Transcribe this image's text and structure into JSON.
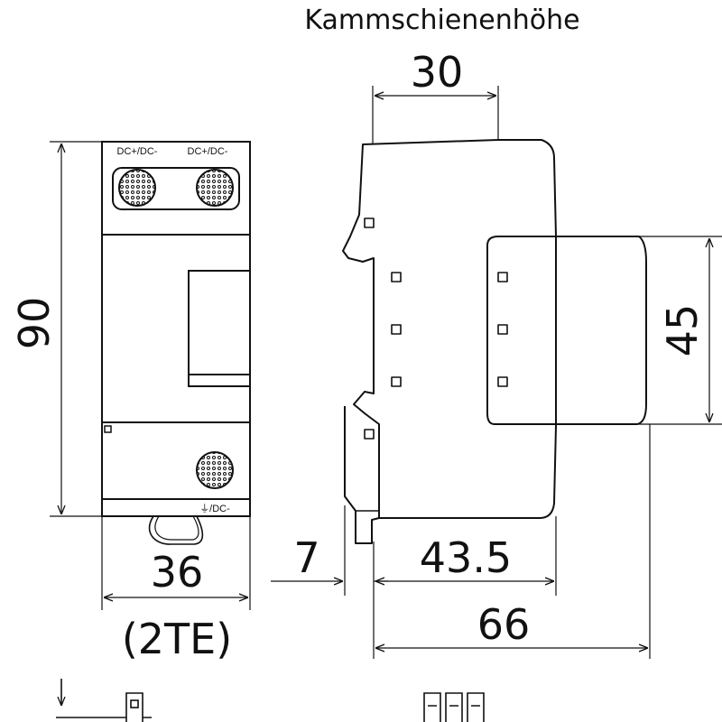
{
  "diagram": {
    "title": "Kammschienenhöhe",
    "front_view": {
      "height_dim": "90",
      "width_dim": "36",
      "width_unit_note": "(2TE)",
      "terminal_labels": {
        "top_left": "DC+/DC-",
        "top_right": "DC+/DC-",
        "bottom": "⏚/DC-"
      }
    },
    "side_view": {
      "top_dim": "30",
      "module_height_dim": "45",
      "rail_offset_dim": "7",
      "module_depth_dim": "43.5",
      "total_depth_dim": "66"
    }
  }
}
